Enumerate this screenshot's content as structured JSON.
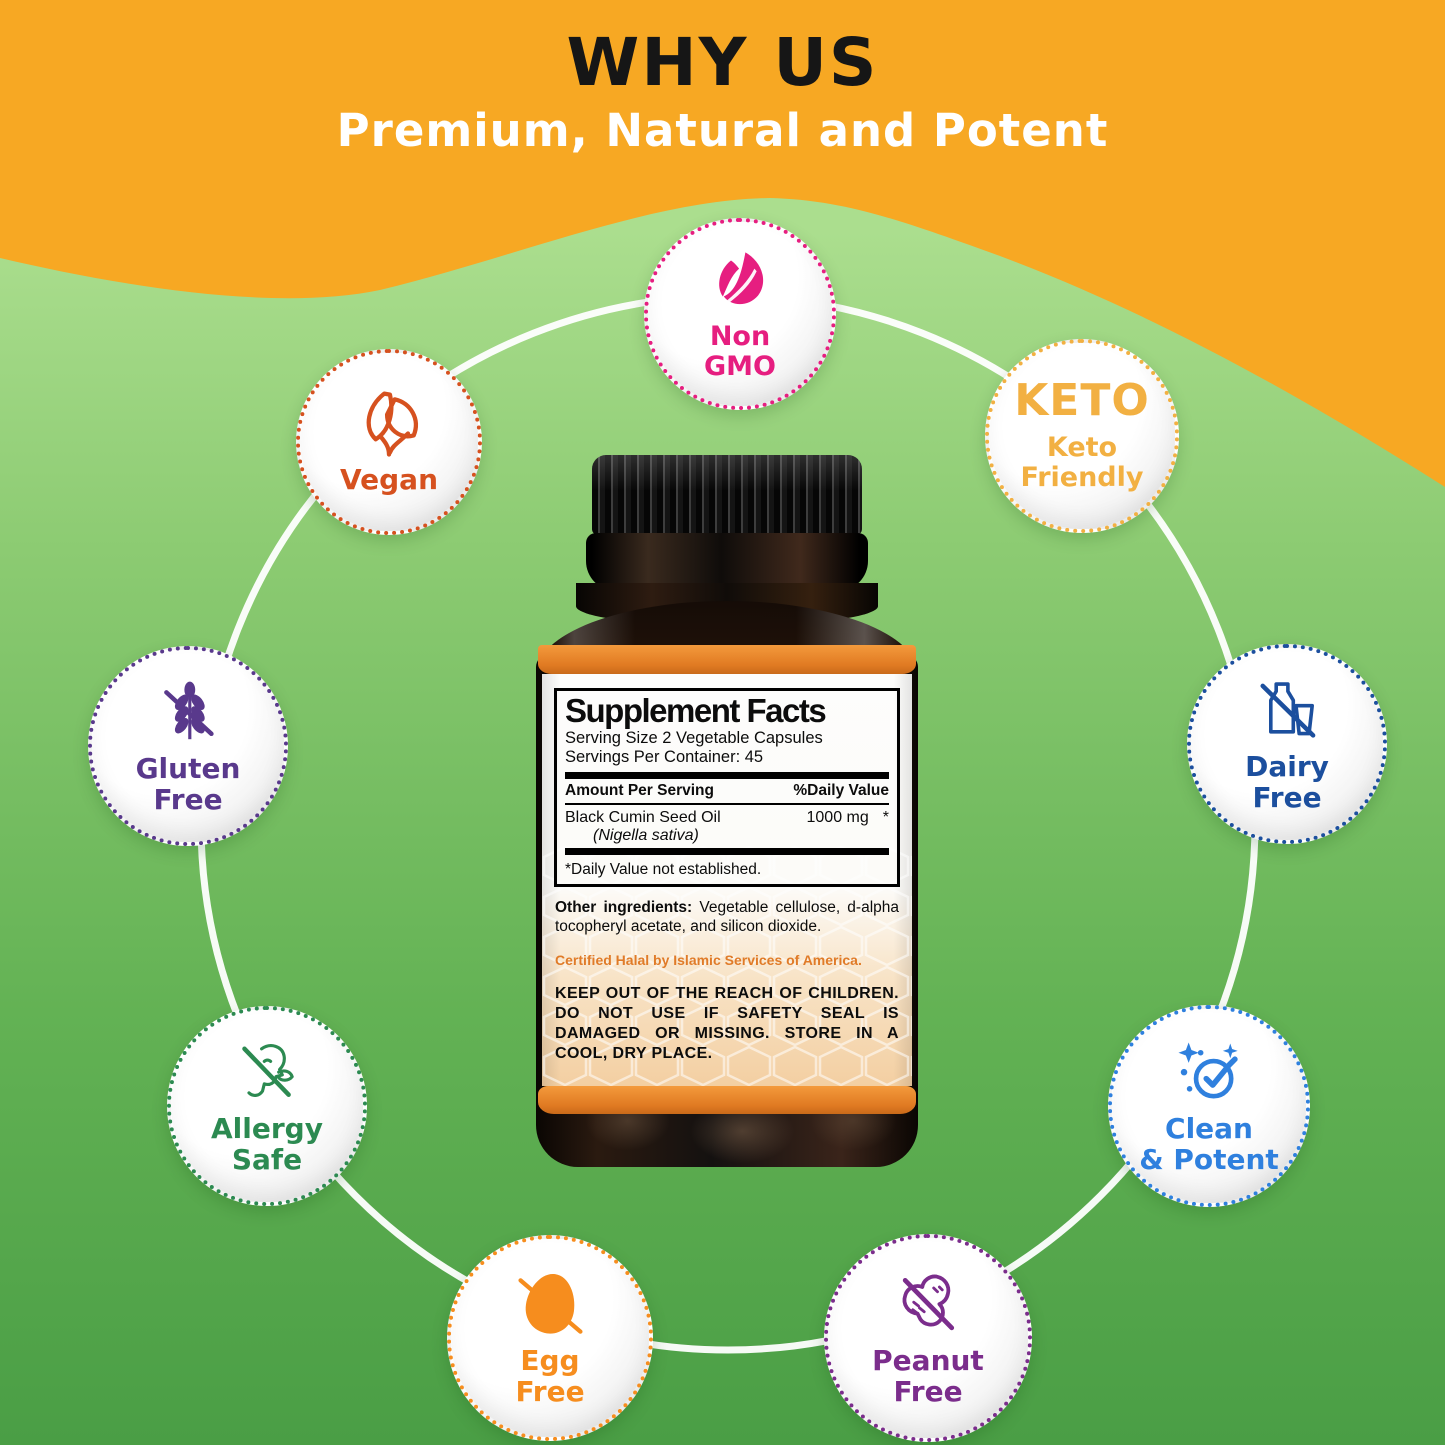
{
  "header": {
    "title": "WHY US",
    "subtitle": "Premium, Natural and Potent"
  },
  "colors": {
    "header_orange": "#f7a823",
    "title_text": "#161616",
    "subtitle_text": "#ffffff",
    "green_top": "#a9dd8d",
    "green_bottom": "#4a9e45",
    "ring_white": "#ffffff",
    "label_band_orange": "#e8832a",
    "halal_text_orange": "#e07b28"
  },
  "badges": [
    {
      "id": "non-gmo",
      "icon": "leaf-icon",
      "line1": "Non",
      "line2": "GMO",
      "color": "#e61e80"
    },
    {
      "id": "vegan",
      "icon": "leaves-icon",
      "line1": "Vegan",
      "line2": "",
      "color": "#d6511f"
    },
    {
      "id": "keto",
      "icon": "",
      "big": "KETO",
      "line1": "Keto",
      "line2": "Friendly",
      "color": "#f2b042"
    },
    {
      "id": "gluten-free",
      "icon": "wheat-slash-icon",
      "line1": "Gluten",
      "line2": "Free",
      "color": "#59398c"
    },
    {
      "id": "dairy-free",
      "icon": "milk-slash-icon",
      "line1": "Dairy",
      "line2": "Free",
      "color": "#1c4f9e"
    },
    {
      "id": "allergy-safe",
      "icon": "sneeze-slash-icon",
      "line1": "Allergy",
      "line2": "Safe",
      "color": "#2c8a51"
    },
    {
      "id": "clean-potent",
      "icon": "check-sparkle-icon",
      "line1": "Clean",
      "line2": "& Potent",
      "color": "#2f80de"
    },
    {
      "id": "egg-free",
      "icon": "egg-slash-icon",
      "line1": "Egg",
      "line2": "Free",
      "color": "#f68d1e"
    },
    {
      "id": "peanut-free",
      "icon": "peanut-slash-icon",
      "line1": "Peanut",
      "line2": "Free",
      "color": "#7b2d8c"
    }
  ],
  "label": {
    "title": "Supplement Facts",
    "serving_size": "Serving Size 2 Vegetable Capsules",
    "servings_per_container": "Servings Per Container: 45",
    "col_amount": "Amount Per Serving",
    "col_dv": "%Daily Value",
    "ingredient": "Black Cumin Seed Oil",
    "ingredient_sub": "(Nigella sativa)",
    "amount": "1000 mg",
    "dv": "*",
    "footnote": "*Daily Value not established.",
    "other_bold": "Other ingredients:",
    "other_rest": " Vegetable cellulose, d-alpha tocopheryl acetate, and silicon dioxide.",
    "halal": "Certified Halal by Islamic Services of America.",
    "warning": "KEEP OUT OF THE REACH OF CHILDREN. DO NOT USE IF SAFETY SEAL IS DAMAGED OR MISSING. STORE IN A COOL, DRY PLACE."
  }
}
